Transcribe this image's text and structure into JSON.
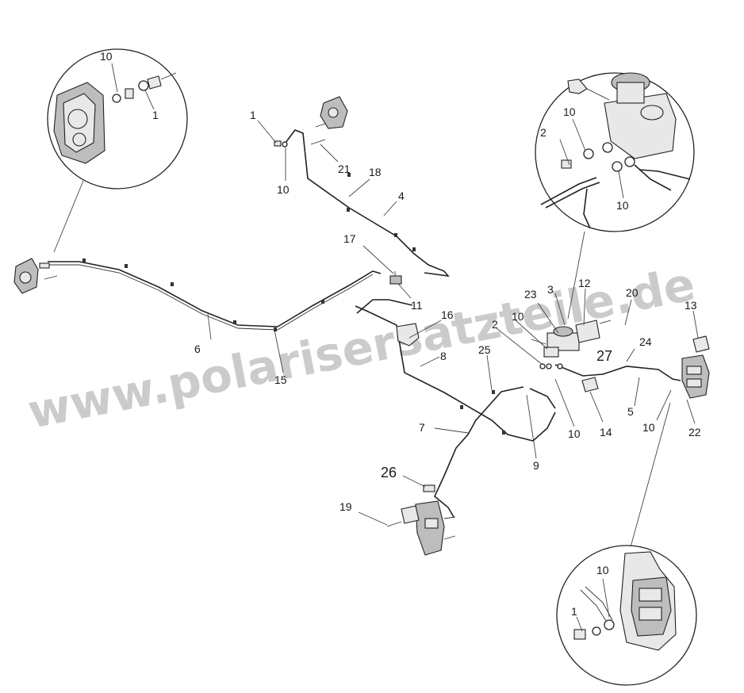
{
  "watermark": "www.polarisersatzteile.de",
  "callouts": {
    "c1a": "1",
    "c10a": "10",
    "c1b": "1",
    "c10b": "10",
    "c21": "21",
    "c18": "18",
    "c4": "4",
    "c17": "17",
    "c11": "11",
    "c6": "6",
    "c15": "15",
    "c16": "16",
    "c8": "8",
    "c2a": "2",
    "c10c": "10",
    "c10d": "10",
    "c23": "23",
    "c3": "3",
    "c12": "12",
    "c20": "20",
    "c13": "13",
    "c2b": "2",
    "c10e": "10",
    "c27": "27",
    "c24": "24",
    "c25": "25",
    "c10f": "10",
    "c14": "14",
    "c5": "5",
    "c10g": "10",
    "c22": "22",
    "c7": "7",
    "c9": "9",
    "c26": "26",
    "c19": "19",
    "c10h": "10",
    "c1c": "1"
  }
}
